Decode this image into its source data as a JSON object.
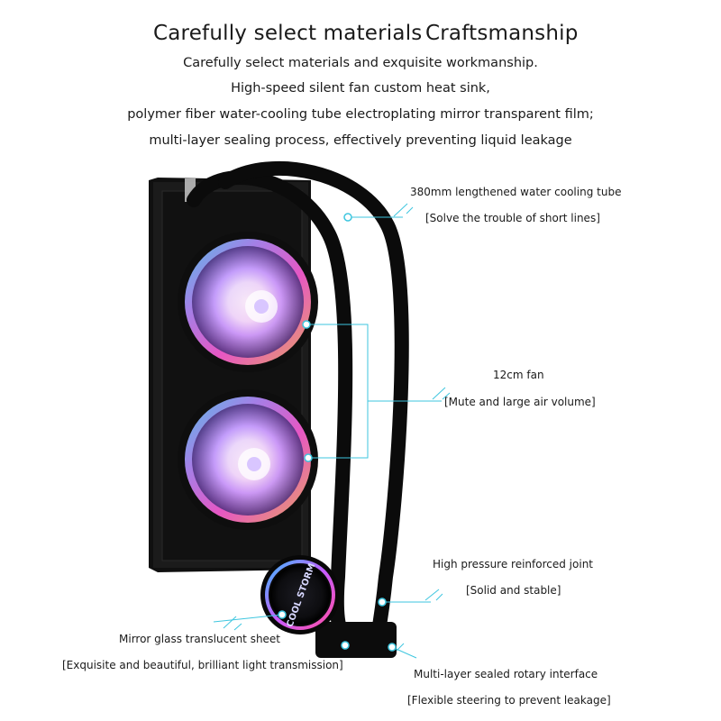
{
  "header": {
    "title_left": "Carefully select materials",
    "title_right": "Craftsmanship"
  },
  "description": [
    "Carefully select materials and exquisite workmanship.",
    "High-speed silent fan custom heat sink,",
    "polymer fiber water-cooling tube electroplating mirror transparent film;",
    "multi-layer sealing process, effectively preventing liquid leakage"
  ],
  "callouts": {
    "tube": {
      "title": "380mm lengthened water cooling tube",
      "detail": "[Solve the trouble of short lines]"
    },
    "fan": {
      "title": "12cm fan",
      "detail": "[Mute and large air volume]"
    },
    "joint": {
      "title": "High pressure reinforced joint",
      "detail": "[Solid and stable]"
    },
    "mirror": {
      "title": "Mirror glass translucent sheet",
      "detail": "[Exquisite and beautiful, brilliant light transmission]"
    },
    "rotary": {
      "title": "Multi-layer sealed rotary interface",
      "detail": "[Flexible steering to prevent leakage]"
    }
  },
  "pump_logo_text": "COOL STORM",
  "colors": {
    "accent_line": "#3ec6df",
    "body_black": "#141414"
  }
}
